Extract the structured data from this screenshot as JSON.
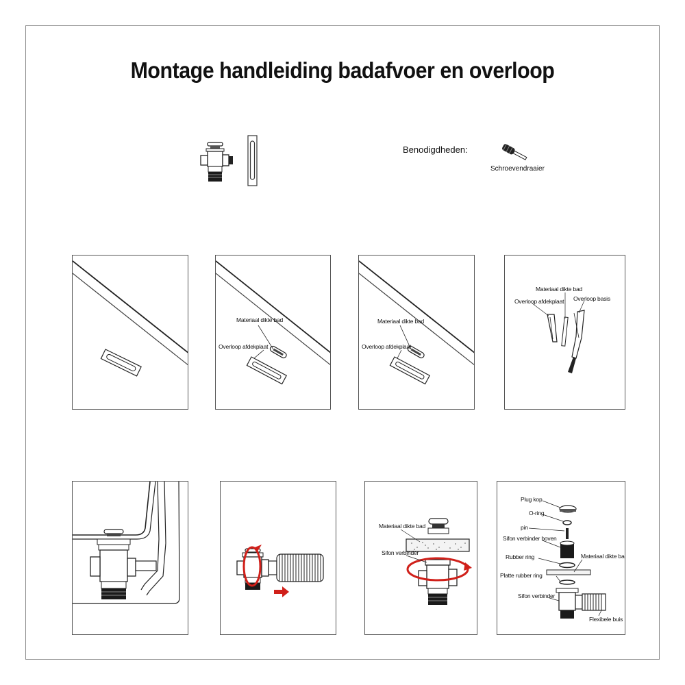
{
  "header": {
    "title": "Montage handleiding badafvoer en overloop"
  },
  "supplies": {
    "label": "Benodigdheden:",
    "tool_label": "Schroevendraaier",
    "tool_icon": "screwdriver-icon"
  },
  "steps": {
    "step2": {
      "material_label": "Materiaal dikte bad",
      "cover_label": "Overloop afdekplaat"
    },
    "step3": {
      "material_label": "Materiaal dikte bad",
      "cover_label": "Overloop afdekplaat"
    },
    "step4": {
      "material_label": "Materiaal dikte bad",
      "cover_label": "Overloop afdekplaat",
      "base_label": "Overloop basis"
    },
    "step7": {
      "material_label": "Materiaal dikte bad",
      "connector_label": "Sifon verbinder"
    },
    "step8": {
      "plug_label": "Plug kop",
      "oring_label": "O-ring",
      "pin_label": "pin",
      "upper_label": "Sifon verbinder boven",
      "rubber_label": "Rubber ring",
      "material_label": "Materiaal dikte bad",
      "flat_label": "Platte rubber ring",
      "connector_label": "Sifon verbinder",
      "hose_label": "Flexibele buis"
    }
  },
  "colors": {
    "arrow": "#d0201a",
    "line": "#222222",
    "panel_border": "#555555"
  }
}
